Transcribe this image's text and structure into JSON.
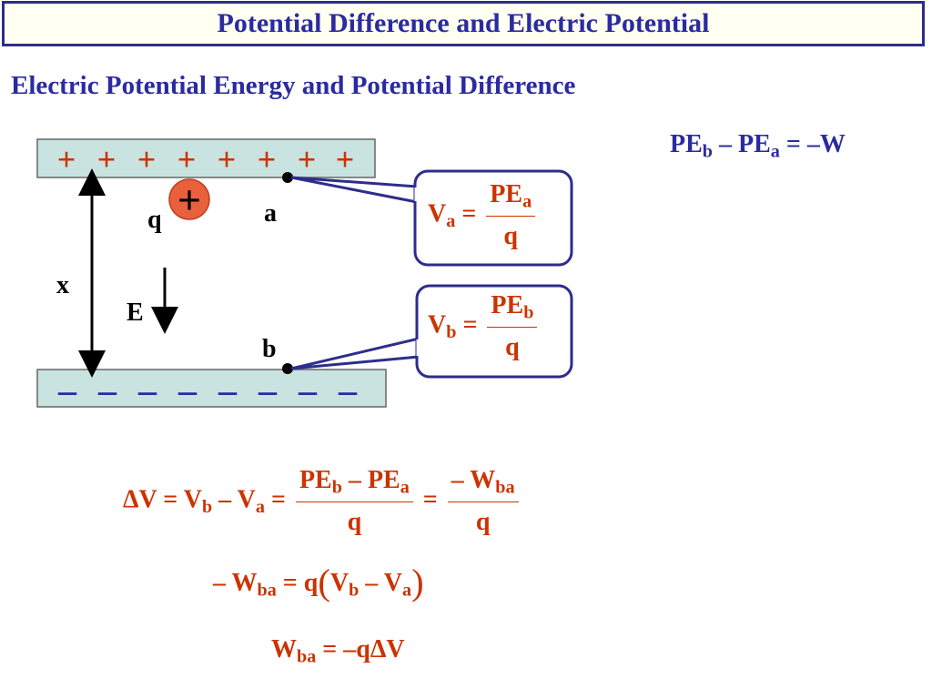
{
  "slide": {
    "title": "Potential Difference and Electric Potential",
    "subtitle": "Electric Potential Energy and Potential Difference"
  },
  "diagram": {
    "top_plate_signs": [
      "+",
      "+",
      "+",
      "+",
      "+",
      "+",
      "+",
      "+"
    ],
    "bottom_plate_signs": [
      "–",
      "–",
      "–",
      "–",
      "–",
      "–",
      "–",
      "–"
    ],
    "charge_symbol": "+",
    "charge_label": "q",
    "distance_label": "x",
    "field_label": "E",
    "point_a_label": "a",
    "point_b_label": "b",
    "callout_a": {
      "lhs": "V",
      "lhs_sub": "a",
      "equals": "=",
      "num": "PE",
      "num_sub": "a",
      "den": "q"
    },
    "callout_b": {
      "lhs": "V",
      "lhs_sub": "b",
      "equals": "=",
      "num": "PE",
      "num_sub": "b",
      "den": "q"
    }
  },
  "equations": {
    "work_relation": {
      "pe1": "PE",
      "pe1_sub": "b",
      "minus": "–",
      "pe2": "PE",
      "pe2_sub": "a",
      "rhs": "= –W"
    },
    "delta_v": {
      "lhs": "ΔV = V",
      "vb_sub": "b",
      "minus_va": " – V",
      "va_sub": "a",
      "eq1": " = ",
      "frac1_num_a": "PE",
      "frac1_num_a_sub": "b",
      "frac1_num_mid": " – PE",
      "frac1_num_b_sub": "a",
      "frac1_den": "q",
      "eq2": " = ",
      "frac2_num": "– W",
      "frac2_num_sub": "ba",
      "frac2_den": "q"
    },
    "work_eq": {
      "lhs": "– W",
      "lhs_sub": "ba",
      "mid": " = q",
      "open": "(",
      "vb": "V",
      "vb_sub": "b",
      "minus_v": " – V",
      "va_sub": "a",
      "close": ")"
    },
    "final_eq": {
      "lhs": "W",
      "lhs_sub": "ba",
      "rhs": " = –qΔV"
    }
  },
  "colors": {
    "title_blue": "#2b2ba0",
    "equation_red": "#cc3300",
    "plate_fill": "#c8e3e0",
    "callout_border": "#2d2d8c",
    "charge_fill": "#e8603c"
  }
}
